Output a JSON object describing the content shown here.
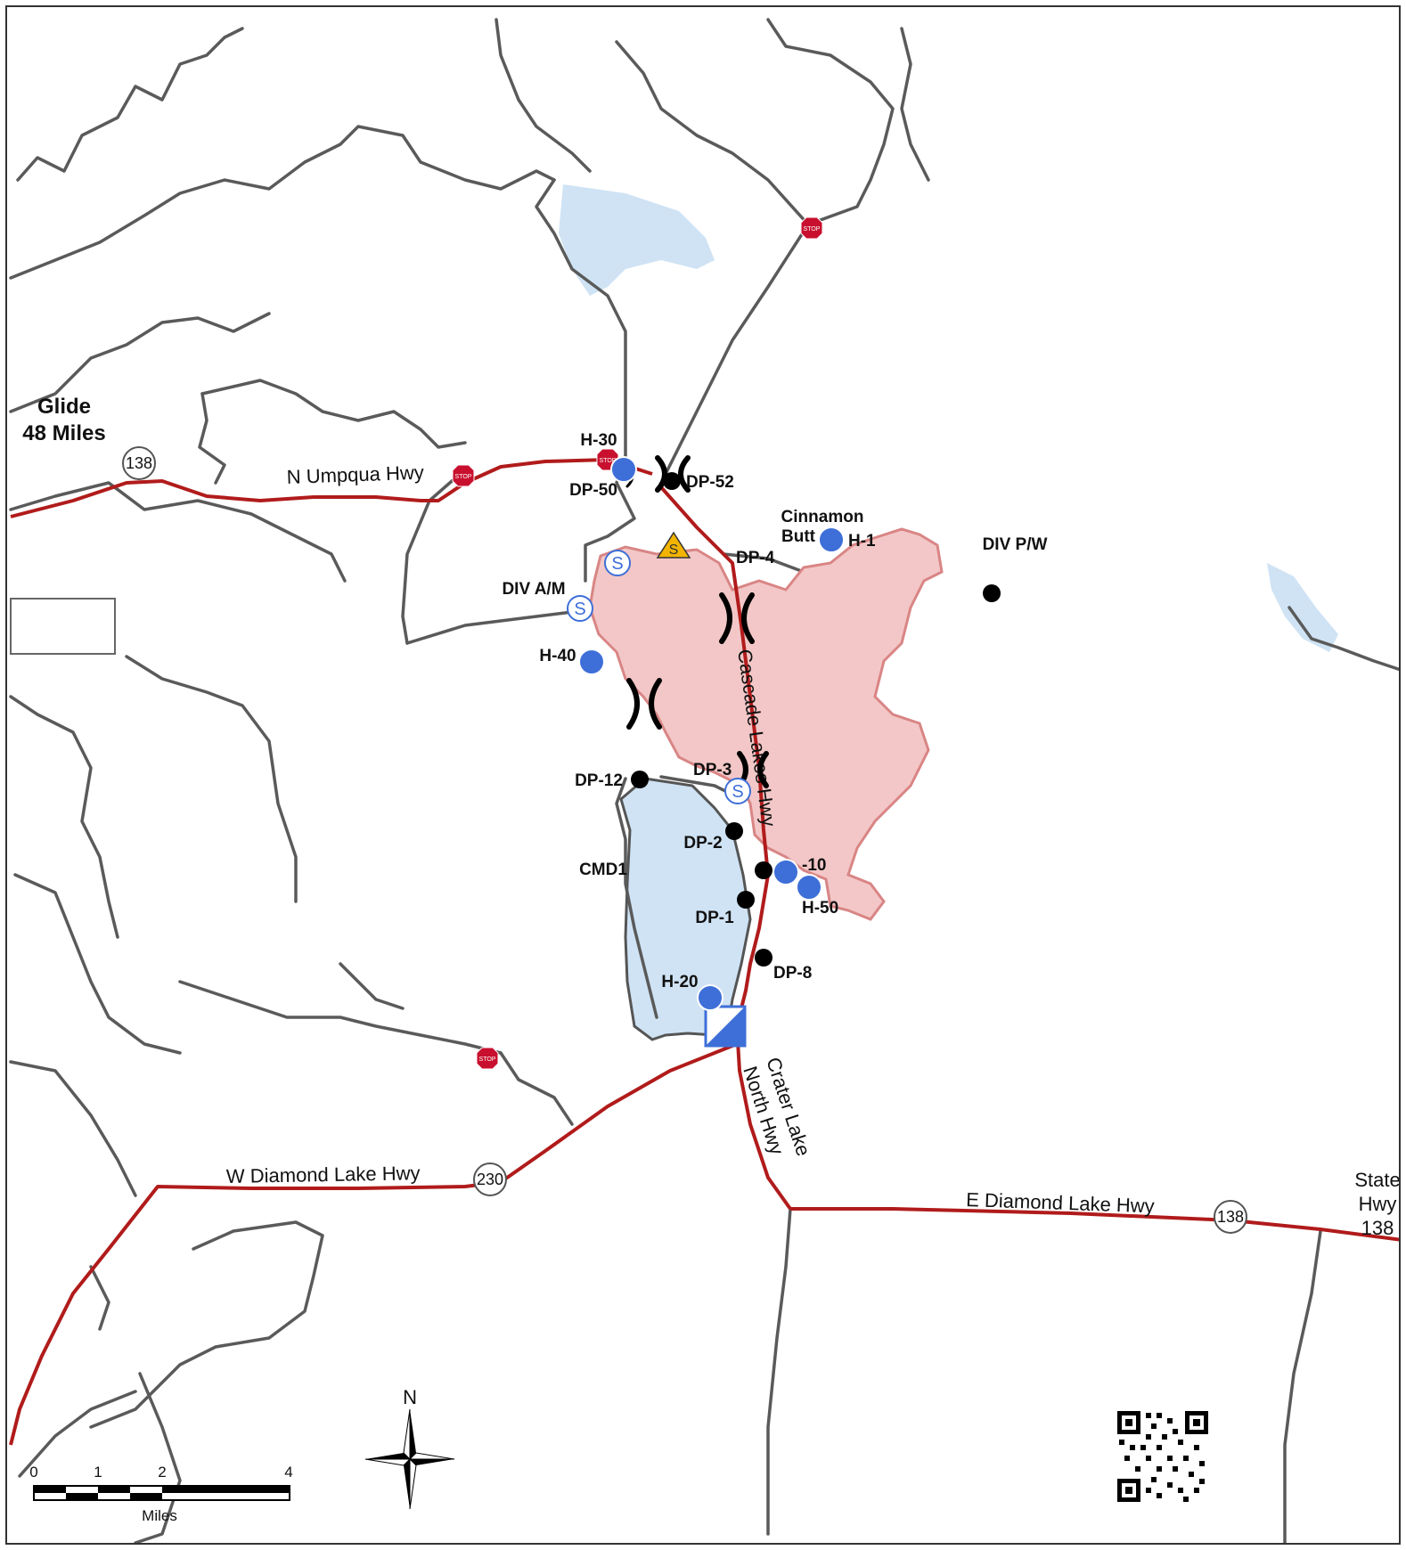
{
  "map": {
    "places": {
      "glide_name": "Glide",
      "glide_distance": "48 Miles",
      "state_hwy_line1": "State",
      "state_hwy_line2": "Hwy",
      "state_hwy_line3": "138"
    },
    "roads": {
      "n_umpqua": "N Umpqua Hwy",
      "cascade_lakes": "Cascade Lakes Hwy",
      "crater_lake_line1": "Crater Lake",
      "crater_lake_line2": "North Hwy",
      "w_diamond": "W Diamond Lake Hwy",
      "e_diamond": "E Diamond Lake Hwy"
    },
    "shields": {
      "s138_west": "138",
      "s230": "230",
      "s138_east": "138"
    },
    "divisions": {
      "am": "DIV A/M",
      "pw": "DIV P/W"
    },
    "helispots": {
      "h30": "H-30",
      "h1": "H-1",
      "h40": "H-40",
      "h10": "-10",
      "h50": "H-50",
      "h20": "H-20"
    },
    "drop_points": {
      "dp50": "DP-50",
      "dp52": "DP-52",
      "dp4": "DP-4",
      "dp3": "DP-3",
      "dp12": "DP-12",
      "dp2": "DP-2",
      "dp1": "DP-1",
      "dp8": "DP-8"
    },
    "other_labels": {
      "cinnamon_line1": "Cinnamon",
      "cinnamon_line2": "Butt",
      "cmd1": "CMD1",
      "stop": "STOP",
      "staging": "S",
      "safety_zone": "S"
    },
    "north_arrow": "N",
    "scale": {
      "ticks": [
        "0",
        "1",
        "2",
        "4"
      ],
      "unit": "Miles"
    },
    "colors": {
      "fire_fill": "#f3c7c7",
      "fire_edge": "#d98585",
      "highway": "#b11b1b",
      "road": "#5a5a5a",
      "water": "#cfe3f4",
      "helispot": "#3e6fd8",
      "drop_point": "#000000",
      "stop_sign": "#c8102e"
    }
  }
}
